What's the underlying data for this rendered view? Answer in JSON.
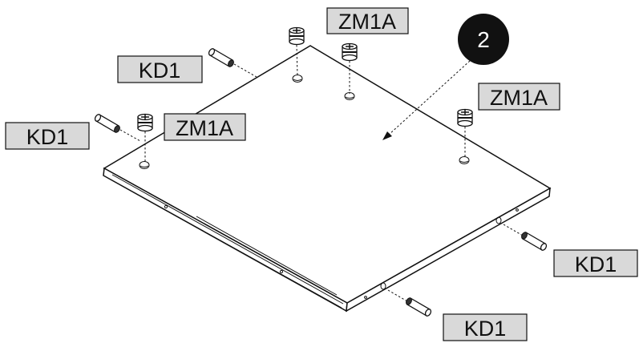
{
  "step": {
    "number": "2"
  },
  "labels": {
    "dowel_top_left": "KD1",
    "dowel_left": "KD1",
    "dowel_right": "KD1",
    "dowel_bottom": "KD1",
    "cam_top": "ZM1A",
    "cam_left": "ZM1A",
    "cam_right": "ZM1A"
  },
  "colors": {
    "label_bg": "#d9d9d9",
    "label_border": "#111111",
    "step_badge": "#111111",
    "line": "#111111"
  },
  "parts": {
    "dowel": "wooden-dowel-icon",
    "cam": "cam-lock-fitting-icon",
    "panel": "panel-board"
  }
}
